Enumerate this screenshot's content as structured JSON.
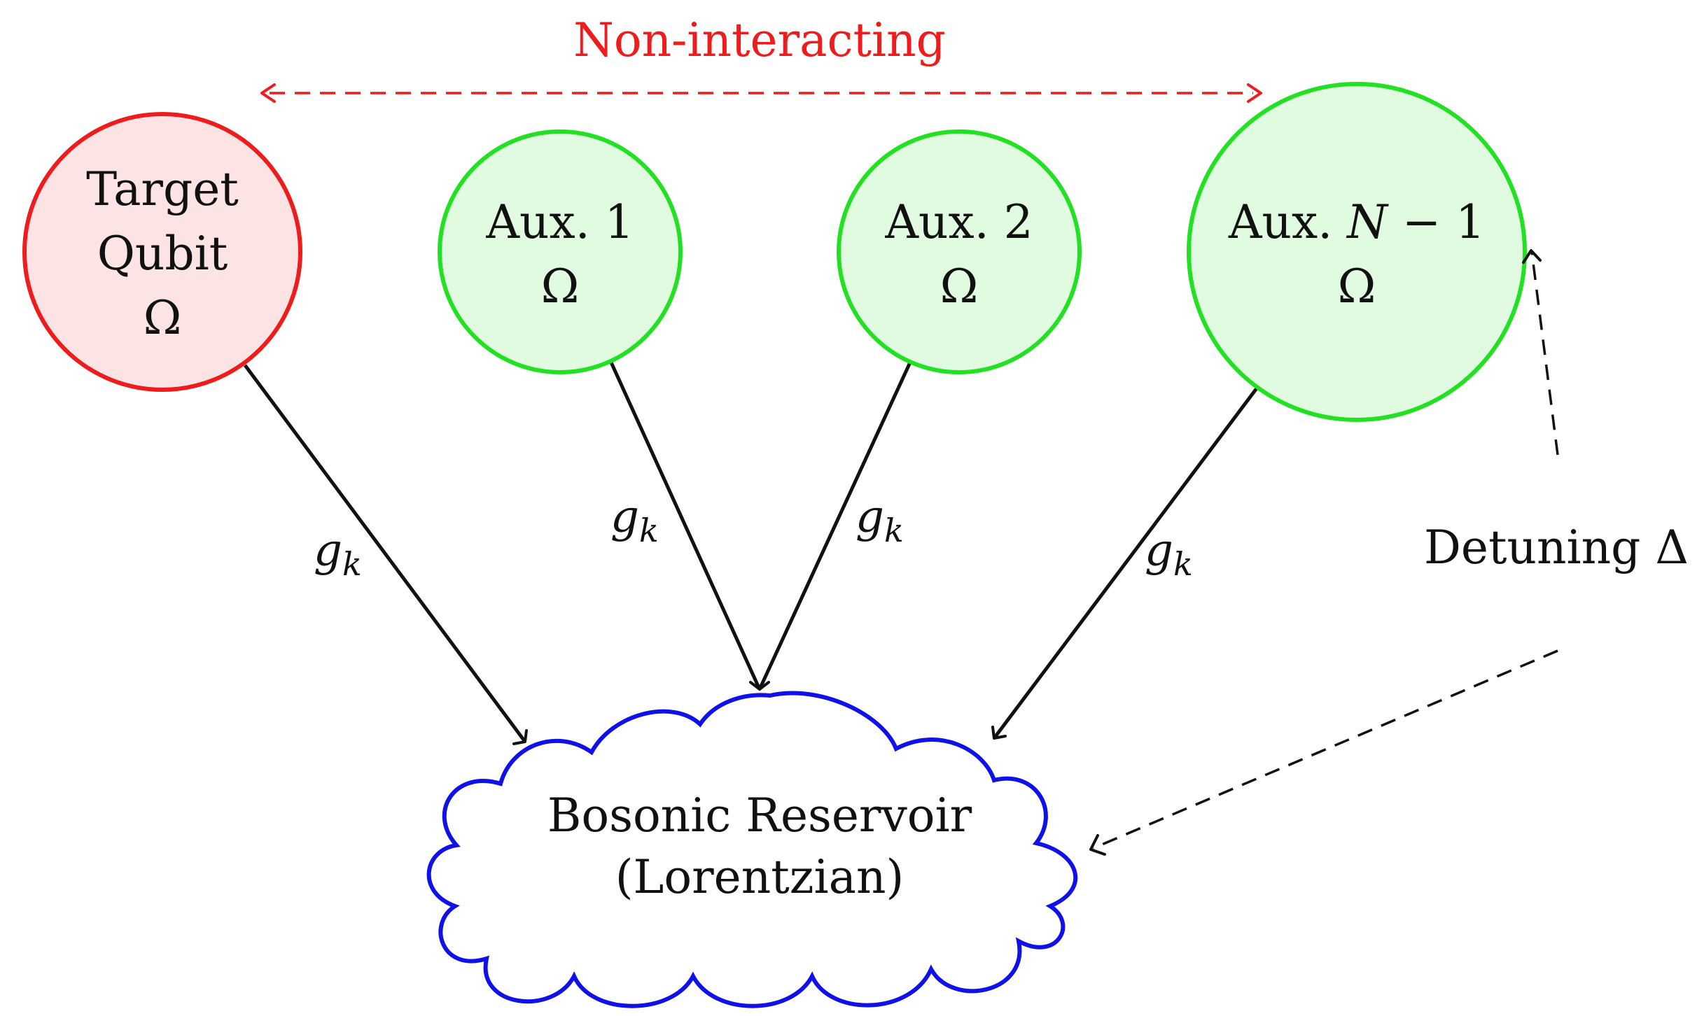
{
  "colors": {
    "target_stroke": "#ee1c1c",
    "target_fill": "#fde4e4",
    "aux_stroke": "#22e022",
    "aux_fill": "#e1fbe1",
    "reservoir_stroke": "#1010e8",
    "non_interacting": "#ee1c1c",
    "black": "#111111"
  },
  "non_interacting_label": "Non-interacting",
  "nodes": {
    "target": {
      "line1": "Target",
      "line2": "Qubit",
      "line3": "Ω"
    },
    "aux1": {
      "line1": "Aux. 1",
      "line2": "Ω"
    },
    "aux2": {
      "line1": "Aux. 2",
      "line2": "Ω"
    },
    "auxn": {
      "line1_prefix": "Aux. ",
      "line1_var": "N",
      "line1_suffix": " − 1",
      "line2": "Ω"
    }
  },
  "couplings": {
    "target": {
      "base": "g",
      "sub": "k"
    },
    "aux1": {
      "base": "g",
      "sub": "k"
    },
    "aux2": {
      "base": "g",
      "sub": "k"
    },
    "auxn": {
      "base": "g",
      "sub": "k"
    }
  },
  "reservoir": {
    "line1": "Bosonic Reservoir",
    "line2": "(Lorentzian)"
  },
  "detuning_label": "Detuning Δ"
}
